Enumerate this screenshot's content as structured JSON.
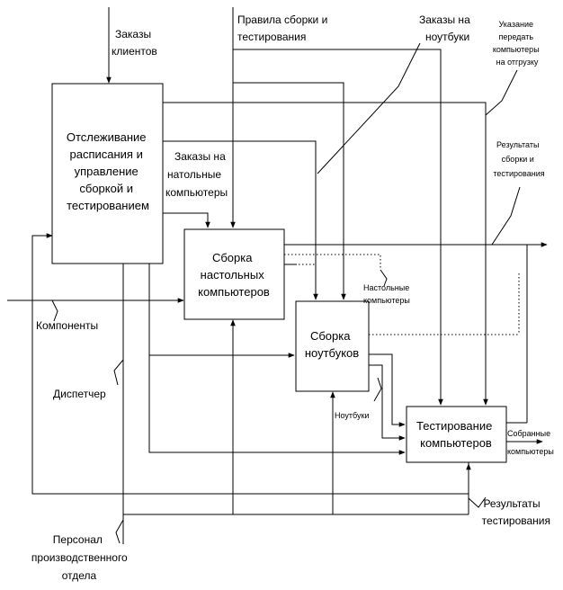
{
  "boxes": {
    "tracking": [
      "Отслеживание",
      "расписания и",
      "управление",
      "сборкой и",
      "тестированием"
    ],
    "desktop": [
      "Сборка",
      "настольных",
      "компьютеров"
    ],
    "laptop": [
      "Сборка",
      "ноутбуков"
    ],
    "testing": [
      "Тестирование",
      "компьютеров"
    ]
  },
  "labels": {
    "client_orders": [
      "Заказы",
      "клиентов"
    ],
    "assembly_rules": [
      "Правила сборки и",
      "тестирования"
    ],
    "laptop_orders": [
      "Заказы на",
      "ноутбуки"
    ],
    "shipment_instruction": [
      "Указание",
      "передать",
      "компьютеры",
      "на отгрузку"
    ],
    "assembly_results": [
      "Результаты",
      "сборки и",
      "тестирования"
    ],
    "desktop_orders": [
      "Заказы на",
      "натольные",
      "компьютеры"
    ],
    "desktop_computers": [
      "Настольные",
      "компьютеры"
    ],
    "components": "Компоненты",
    "dispatcher": "Диспетчер",
    "laptops": "Ноутбуки",
    "assembled_computers": [
      "Собранные",
      "компьютеры"
    ],
    "test_results": [
      "Результаты",
      "тестирования"
    ],
    "personnel": [
      "Персонал",
      "производственного",
      "отдела"
    ]
  }
}
